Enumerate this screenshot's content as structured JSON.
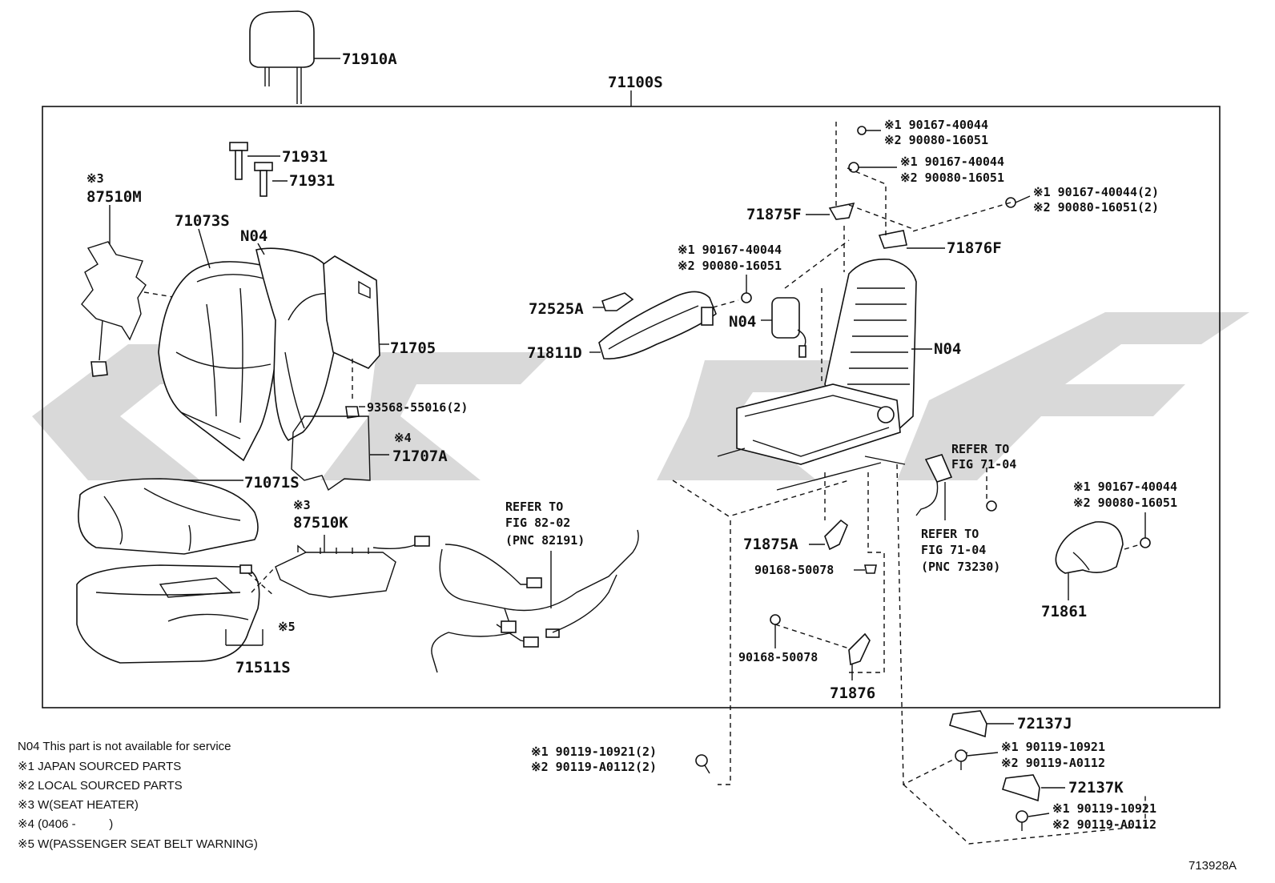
{
  "diagram_id": "713928A",
  "assembly_label": "71100S",
  "parts": {
    "p71910A": "71910A",
    "p71931a": "71931",
    "p71931b": "71931",
    "p87510M_note": "※3",
    "p87510M": "87510M",
    "p71073S": "71073S",
    "pN04a": "N04",
    "p71705": "71705",
    "p93568": "93568-55016(2)",
    "p71707A_note": "※4",
    "p71707A": "71707A",
    "p71071S": "71071S",
    "p87510K_note": "※3",
    "p87510K": "87510K",
    "p5note": "※5",
    "p71511S": "71511S",
    "p72525A": "72525A",
    "p71811D": "71811D",
    "pN04b": "N04",
    "pN04c": "N04",
    "p71875F": "71875F",
    "p71876F": "71876F",
    "p71875A": "71875A",
    "p90168a": "90168-50078",
    "p90168b": "90168-50078",
    "p71876": "71876",
    "p71861": "71861",
    "p72137J": "72137J",
    "p72137K": "72137K"
  },
  "callouts": {
    "c1a": "※1 90167-40044",
    "c1b": "※2 90080-16051",
    "c2a": "※1 90167-40044",
    "c2b": "※2 90080-16051",
    "c3a": "※1 90167-40044(2)",
    "c3b": "※2 90080-16051(2)",
    "c4a": "※1 90167-40044",
    "c4b": "※2 90080-16051",
    "c5a": "※1 90167-40044",
    "c5b": "※2 90080-16051",
    "c6a": "※1 90119-10921(2)",
    "c6b": "※2 90119-A0112(2)",
    "c7a": "※1 90119-10921",
    "c7b": "※2 90119-A0112",
    "c8a": "※1 90119-10921",
    "c8b": "※2 90119-A0112"
  },
  "refers": {
    "r1a": "REFER TO",
    "r1b": "FIG 82-02",
    "r1c": "(PNC 82191)",
    "r2a": "REFER TO",
    "r2b": "FIG 71-04",
    "r3a": "REFER TO",
    "r3b": "FIG 71-04",
    "r3c": "(PNC 73230)"
  },
  "notes": [
    "N04 This part is not available for service",
    "※1 JAPAN SOURCED PARTS",
    "※2 LOCAL SOURCED PARTS",
    "※3 W(SEAT HEATER)",
    "※4 (0406 -          )",
    "※5 W(PASSENGER SEAT BELT WARNING)"
  ]
}
